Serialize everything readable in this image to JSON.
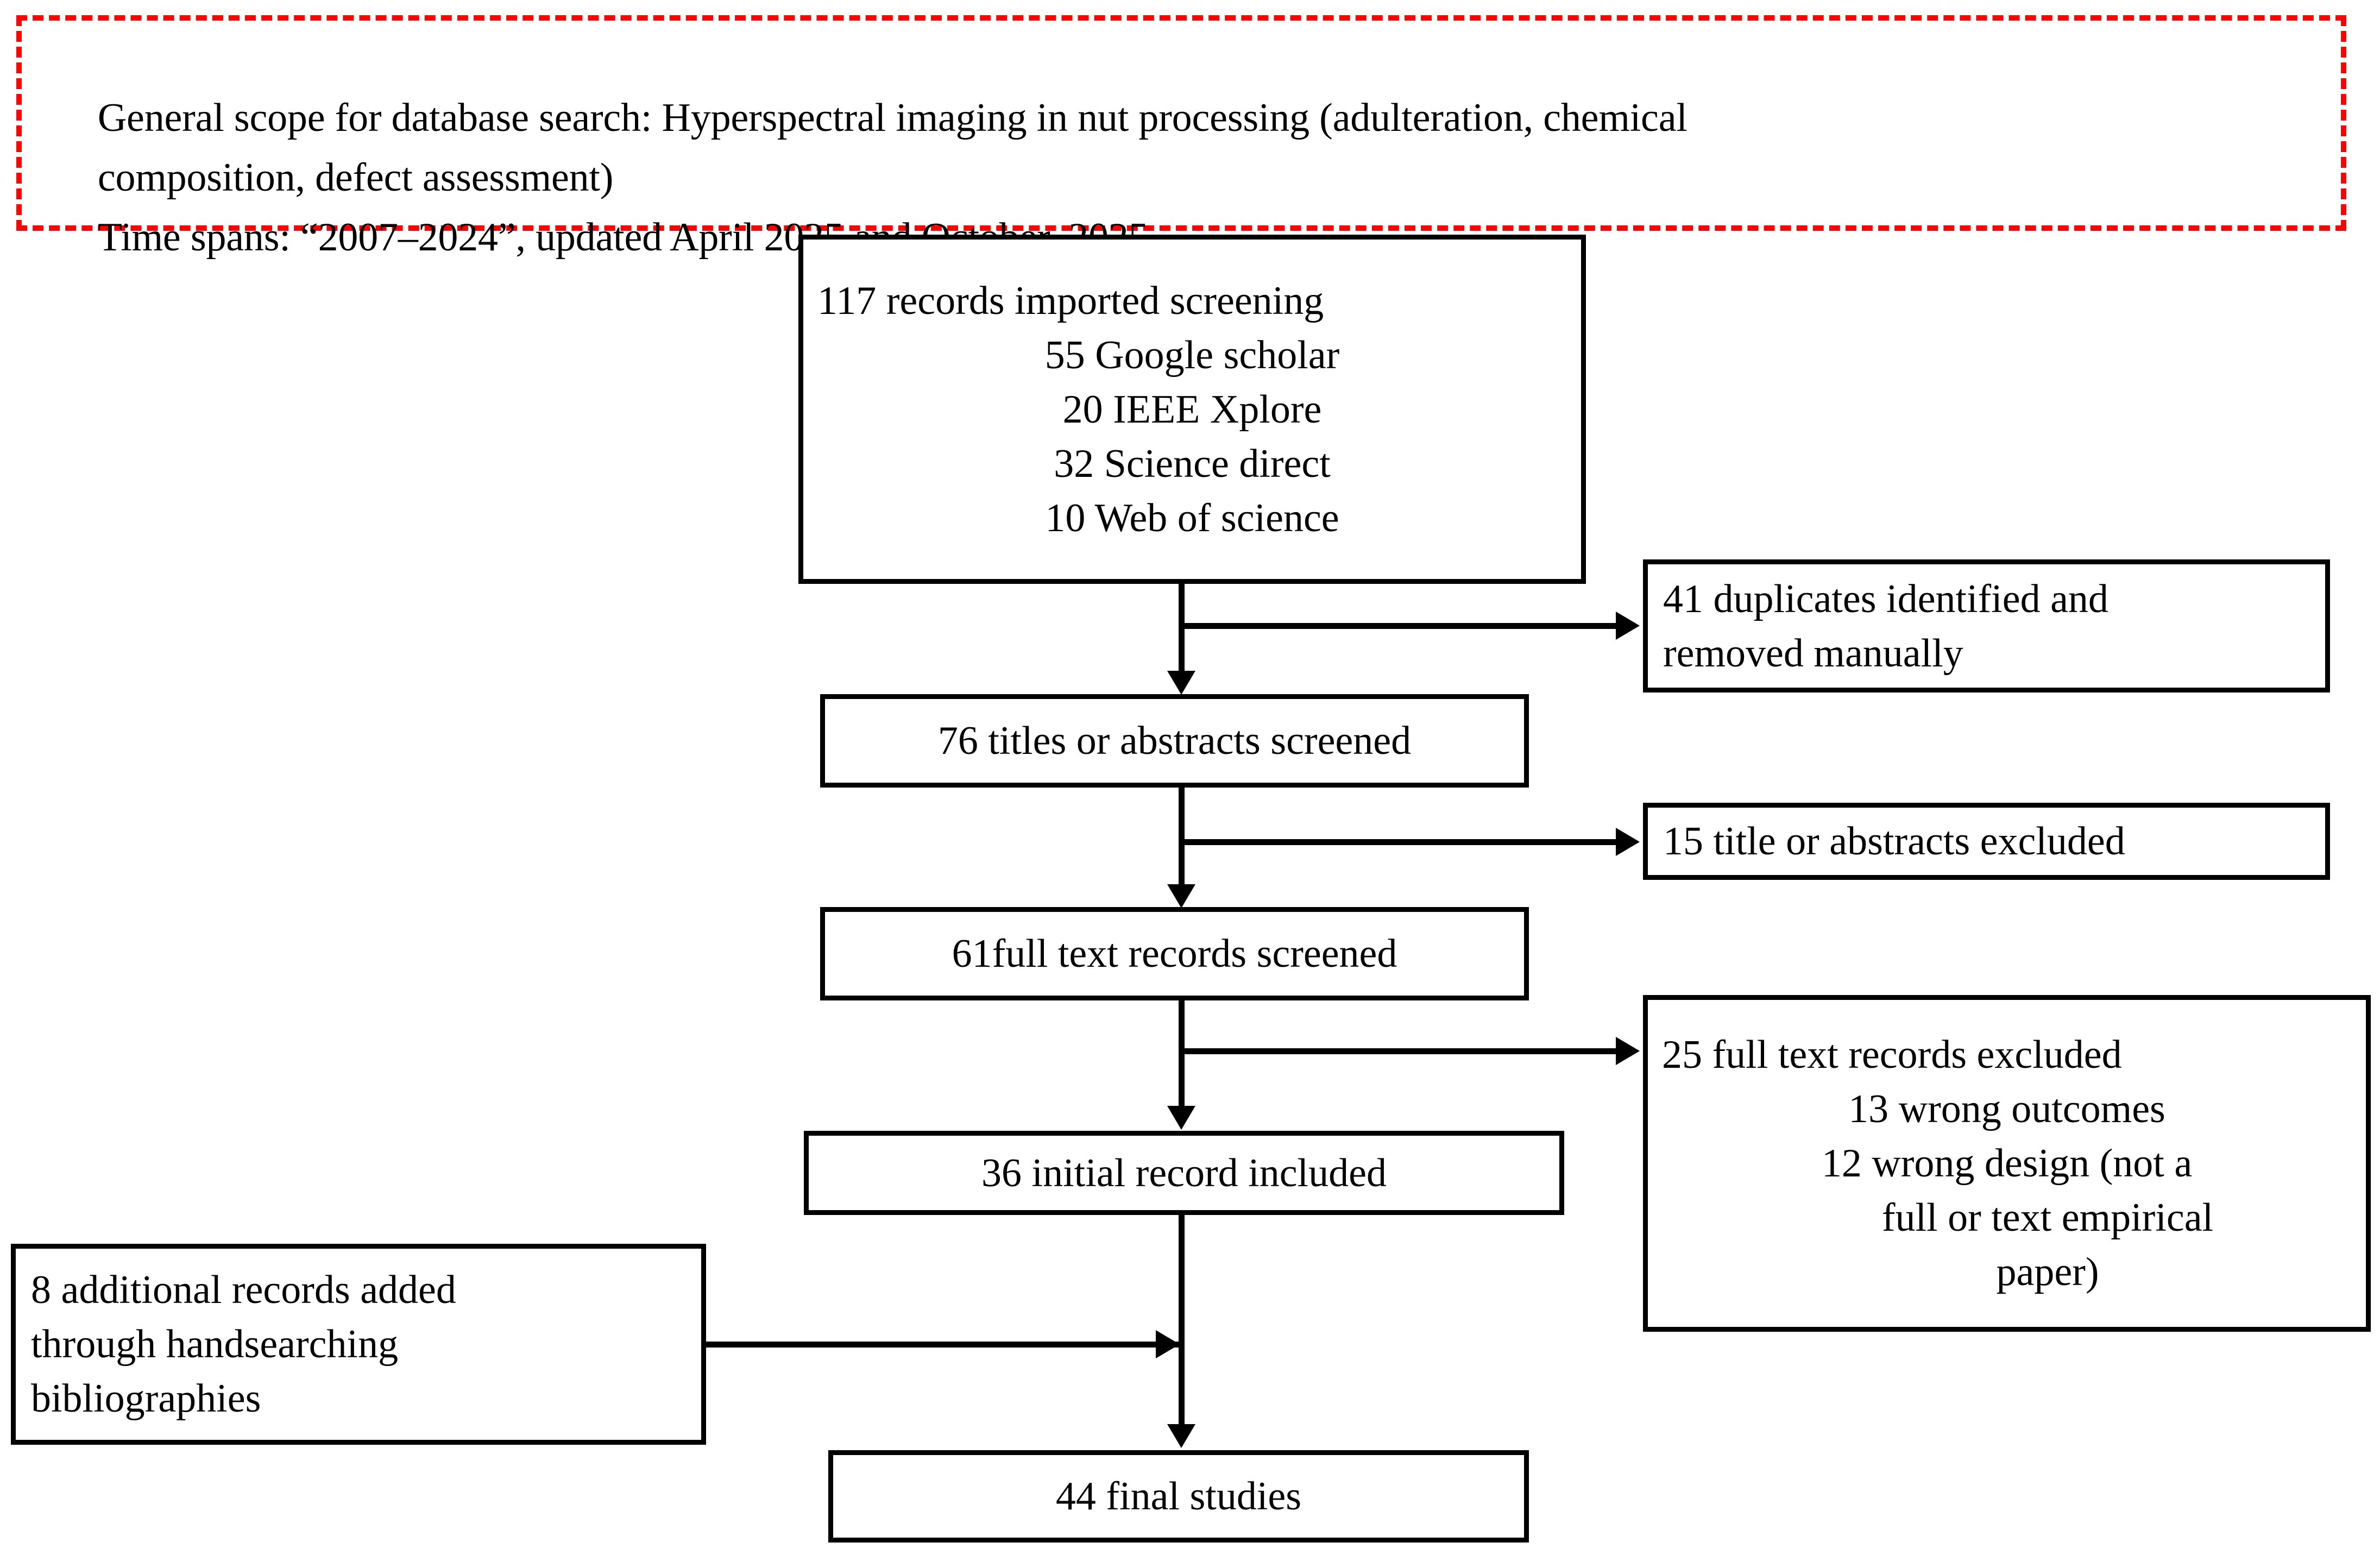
{
  "diagram": {
    "type": "prisma-flow-diagram",
    "scope": {
      "line1": "General scope for database search: Hyperspectral imaging in nut processing (adulteration, chemical",
      "line2": "composition, defect assessment)",
      "line3": "Time spans: “2007–2024”, updated April 2025 and October, 2025",
      "border_color": "#fe0000",
      "border_style": "dashed"
    },
    "identification": {
      "heading": "117 records imported screening",
      "sources": [
        {
          "count": "55",
          "label": "Google scholar",
          "text": "55 Google scholar"
        },
        {
          "count": "20",
          "label": "IEEE Xplore",
          "text": "20 IEEE Xplore"
        },
        {
          "count": "32",
          "label": "Science direct",
          "text": "32 Science direct"
        },
        {
          "count": "10",
          "label": "Web of science",
          "text": "10 Web of science"
        }
      ],
      "total": "117"
    },
    "duplicates": {
      "line1": "41 duplicates identified and",
      "line2": "removed manually",
      "count": "41"
    },
    "screening": {
      "label": "76 titles or abstracts screened",
      "count": "76"
    },
    "title_excluded": {
      "label": "15 title or abstracts excluded",
      "count": "15"
    },
    "fulltext_screened": {
      "label": "61full text records screened",
      "count": "61"
    },
    "fulltext_excluded": {
      "heading": "25 full text records excluded",
      "count": "25",
      "reasons": [
        {
          "count": "13",
          "text": "13 wrong outcomes"
        },
        {
          "count": "12",
          "text": "12 wrong design (not a"
        },
        {
          "count": "",
          "text": "full or text empirical"
        },
        {
          "count": "",
          "text": "paper)"
        }
      ]
    },
    "initial_included": {
      "label": "36 initial record included",
      "count": "36"
    },
    "handsearch": {
      "line1": "8 additional records added",
      "line2": "through handsearching",
      "line3": "bibliographies",
      "count": "8"
    },
    "final": {
      "label": "44 final studies",
      "count": "44"
    }
  }
}
